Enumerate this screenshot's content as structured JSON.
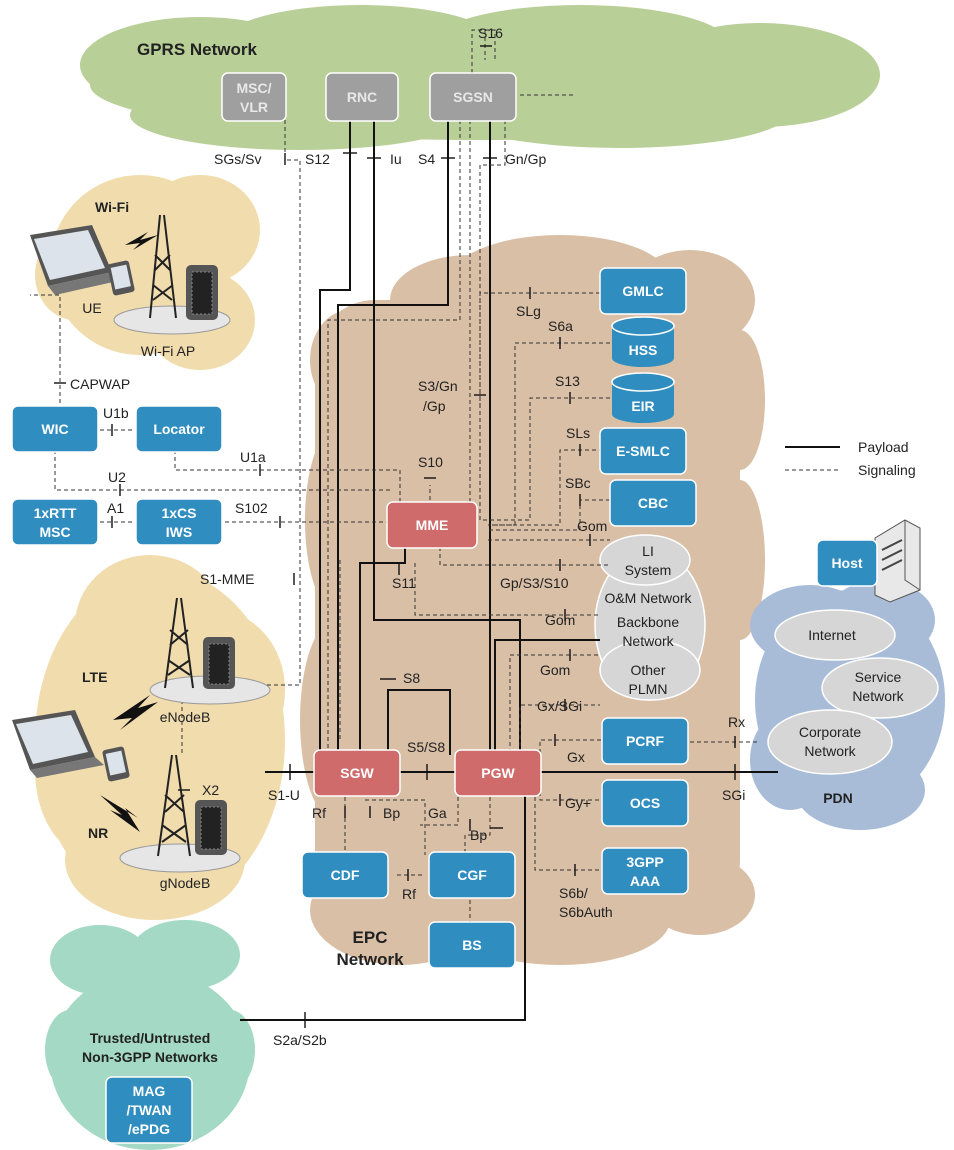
{
  "colors": {
    "gprs_cloud": "#b9cf98",
    "epc_cloud": "#d9bfa6",
    "access_cloud": "#f1dcae",
    "pdn_cloud": "#a8bcd8",
    "inner_cloud": "#d6d6d6",
    "non3gpp_cloud": "#a3d9c5",
    "blue_box": "#2f8dbf",
    "red_box": "#cf6b6b",
    "gray_box": "#9f9f9f"
  },
  "clouds": {
    "gprs": "GPRS Network",
    "wifi": "Wi-Fi",
    "epc_line1": "EPC",
    "epc_line2": "Network",
    "lte": "LTE",
    "nr": "NR",
    "pdn": "PDN",
    "non3gpp_line1": "Trusted/Untrusted",
    "non3gpp_line2": "Non-3GPP Networks"
  },
  "gprs_nodes": {
    "msc_l1": "MSC/",
    "msc_l2": "VLR",
    "rnc": "RNC",
    "sgsn": "SGSN"
  },
  "access_labels": {
    "ue": "UE",
    "wifi_ap": "Wi-Fi AP",
    "enodeb": "eNodeB",
    "gnodeb": "gNodeB"
  },
  "blue_nodes": {
    "gmlc": "GMLC",
    "hss": "HSS",
    "eir": "EIR",
    "esmlc": "E-SMLC",
    "cbc": "CBC",
    "wic": "WIC",
    "locator": "Locator",
    "rtt_l1": "1xRTT",
    "rtt_l2": "MSC",
    "cs_l1": "1xCS",
    "cs_l2": "IWS",
    "pcrf": "PCRF",
    "ocs": "OCS",
    "aaa_l1": "3GPP",
    "aaa_l2": "AAA",
    "cdf": "CDF",
    "cgf": "CGF",
    "bs": "BS",
    "host": "Host",
    "mag_l1": "MAG",
    "mag_l2": "/TWAN",
    "mag_l3": "/ePDG"
  },
  "core_nodes": {
    "mme": "MME",
    "sgw": "SGW",
    "pgw": "PGW"
  },
  "inner_cloud_text": {
    "li_1": "LI",
    "li_2": "System",
    "om": "O&M Network",
    "bb_1": "Backbone",
    "bb_2": "Network",
    "op_1": "Other",
    "op_2": "PLMN"
  },
  "pdn_cloud_text": {
    "internet": "Internet",
    "service_1": "Service",
    "service_2": "Network",
    "corp_1": "Corporate",
    "corp_2": "Network"
  },
  "interfaces": {
    "s16": "S16",
    "sgs_sv": "SGs/Sv",
    "s12": "S12",
    "iu": "Iu",
    "s4": "S4",
    "gn_gp": "Gn/Gp",
    "slg": "SLg",
    "s6a": "S6a",
    "s3_1": "S3/Gn",
    "s3_2": "/Gp",
    "s13": "S13",
    "sls": "SLs",
    "sbc": "SBc",
    "gom1": "Gom",
    "gom2": "Gom",
    "gom3": "Gom",
    "capwap": "CAPWAP",
    "u1b": "U1b",
    "u1a": "U1a",
    "u2": "U2",
    "s10": "S10",
    "a1": "A1",
    "s102": "S102",
    "s1mme": "S1-MME",
    "s11": "S11",
    "gp_s3_s10": "Gp/S3/S10",
    "s8": "S8",
    "gx_sgi": "Gx/SGi",
    "gx": "Gx",
    "rx": "Rx",
    "x2": "X2",
    "s1u": "S1-U",
    "s5s8": "S5/S8",
    "sgi": "SGi",
    "rf1": "Rf",
    "bp1": "Bp",
    "ga": "Ga",
    "bp2": "Bp",
    "gyplus": "Gy+",
    "rf2": "Rf",
    "s6b_1": "S6b/",
    "s6b_2": "S6bAuth",
    "s2a": "S2a/S2b"
  },
  "legend": {
    "payload": "Payload",
    "signaling": "Signaling"
  }
}
